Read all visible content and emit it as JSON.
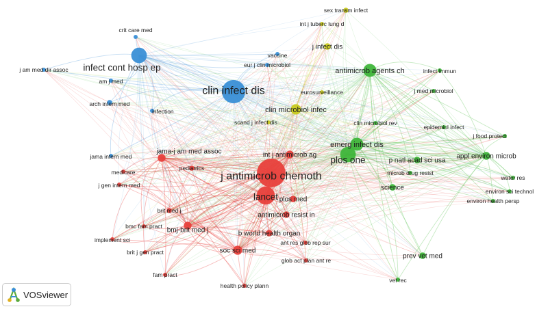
{
  "logo": {
    "text": "VOSviewer",
    "icon": "vosviewer-logo-icon"
  },
  "clusters": [
    {
      "id": "red",
      "color": "#e8403b",
      "edge_color": "#e8403b"
    },
    {
      "id": "green",
      "color": "#3fb53a",
      "edge_color": "#5cc454"
    },
    {
      "id": "blue",
      "color": "#3a8fd6",
      "edge_color": "#5a9fdc"
    },
    {
      "id": "yellow",
      "color": "#c7c91e",
      "edge_color": "#d4d640"
    }
  ],
  "nodes": [
    {
      "id": "crit-care-med",
      "label": "crit care med",
      "cluster": "blue",
      "size": 3
    },
    {
      "id": "j-am-med-dir-assoc",
      "label": "j am med dir assoc",
      "cluster": "blue",
      "size": 3
    },
    {
      "id": "infect-cont-hosp-ep",
      "label": "infect cont hosp ep",
      "cluster": "blue",
      "size": 12
    },
    {
      "id": "am-j-med",
      "label": "am j med",
      "cluster": "blue",
      "size": 3
    },
    {
      "id": "arch-intern-med",
      "label": "arch intern med",
      "cluster": "blue",
      "size": 4
    },
    {
      "id": "infection",
      "label": "infection",
      "cluster": "blue",
      "size": 3
    },
    {
      "id": "clin-infect-dis",
      "label": "clin infect dis",
      "cluster": "blue",
      "size": 18
    },
    {
      "id": "eur-j-clin-microbiol",
      "label": "eur j clin microbiol",
      "cluster": "blue",
      "size": 3
    },
    {
      "id": "vaccine",
      "label": "vaccine",
      "cluster": "blue",
      "size": 3
    },
    {
      "id": "jama-intern-med",
      "label": "jama intern med",
      "cluster": "blue",
      "size": 3
    },
    {
      "id": "sex-transm-infect",
      "label": "sex transm infect",
      "cluster": "yellow",
      "size": 4
    },
    {
      "id": "int-j-tuberc-lung-d",
      "label": "int j tuberc lung d",
      "cluster": "yellow",
      "size": 3
    },
    {
      "id": "j-infect-dis",
      "label": "j infect dis",
      "cluster": "yellow",
      "size": 5
    },
    {
      "id": "eurosurveillance",
      "label": "eurosurveillance",
      "cluster": "yellow",
      "size": 3
    },
    {
      "id": "clin-microbiol-infec",
      "label": "clin microbiol infec",
      "cluster": "yellow",
      "size": 8
    },
    {
      "id": "scand-j-infect-dis",
      "label": "scand j infect dis",
      "cluster": "yellow",
      "size": 3
    },
    {
      "id": "antimicrob-agents-ch",
      "label": "antimicrob agents ch",
      "cluster": "green",
      "size": 10
    },
    {
      "id": "infect-immun",
      "label": "infect immun",
      "cluster": "green",
      "size": 3
    },
    {
      "id": "j-med-microbiol",
      "label": "j med microbiol",
      "cluster": "green",
      "size": 3
    },
    {
      "id": "clin-microbiol-rev",
      "label": "clin microbiol rev",
      "cluster": "green",
      "size": 3
    },
    {
      "id": "epidemiol-infect",
      "label": "epidemiol infect",
      "cluster": "green",
      "size": 3
    },
    {
      "id": "j-food-protect",
      "label": "j food protect",
      "cluster": "green",
      "size": 3
    },
    {
      "id": "emerg-infect-dis",
      "label": "emerg infect dis",
      "cluster": "green",
      "size": 10
    },
    {
      "id": "plos-one",
      "label": "plos one",
      "cluster": "green",
      "size": 12
    },
    {
      "id": "p-natl-acad-sci-usa",
      "label": "p natl acad sci usa",
      "cluster": "green",
      "size": 5
    },
    {
      "id": "appl-environ-microb",
      "label": "appl environ microb",
      "cluster": "green",
      "size": 6
    },
    {
      "id": "microb-drug-resist",
      "label": "microb drug resist",
      "cluster": "green",
      "size": 3
    },
    {
      "id": "water-res",
      "label": "water res",
      "cluster": "green",
      "size": 3
    },
    {
      "id": "environ-sci-technol",
      "label": "environ sci technol",
      "cluster": "green",
      "size": 3
    },
    {
      "id": "science",
      "label": "science",
      "cluster": "green",
      "size": 5
    },
    {
      "id": "environ-health-persp",
      "label": "environ health persp",
      "cluster": "green",
      "size": 3
    },
    {
      "id": "prev-vet-med",
      "label": "prev vet med",
      "cluster": "green",
      "size": 5
    },
    {
      "id": "vet-rec",
      "label": "vet rec",
      "cluster": "green",
      "size": 3
    },
    {
      "id": "jama-j-am-med-assoc",
      "label": "jama-j am med assoc",
      "cluster": "red",
      "size": 6
    },
    {
      "id": "int-j-antimicrob-ag",
      "label": "int j antimicrob ag",
      "cluster": "red",
      "size": 6
    },
    {
      "id": "pediatrics",
      "label": "pediatrics",
      "cluster": "red",
      "size": 4
    },
    {
      "id": "medicare",
      "label": "medicare",
      "cluster": "red",
      "size": 3
    },
    {
      "id": "j-gen-intern-med",
      "label": "j gen intern med",
      "cluster": "red",
      "size": 3
    },
    {
      "id": "j-antimicrob-chemoth",
      "label": "j antimicrob chemoth",
      "cluster": "red",
      "size": 22
    },
    {
      "id": "lancet",
      "label": "lancet",
      "cluster": "red",
      "size": 14
    },
    {
      "id": "plos-med",
      "label": "plos med",
      "cluster": "red",
      "size": 5
    },
    {
      "id": "brit-med-j",
      "label": "brit med j",
      "cluster": "red",
      "size": 4
    },
    {
      "id": "antimicrob-resist-in",
      "label": "antimicrob resist in",
      "cluster": "red",
      "size": 5
    },
    {
      "id": "bmc-fam-pract",
      "label": "bmc fam pract",
      "cluster": "red",
      "size": 3
    },
    {
      "id": "bmj-brit-med-j",
      "label": "bmj-brit med j",
      "cluster": "red",
      "size": 6
    },
    {
      "id": "implement-sci",
      "label": "implement sci",
      "cluster": "red",
      "size": 3
    },
    {
      "id": "b-world-health-organ",
      "label": "b world health organ",
      "cluster": "red",
      "size": 5
    },
    {
      "id": "ant-res-glob-rep-sur",
      "label": "ant res glob rep sur",
      "cluster": "red",
      "size": 3
    },
    {
      "id": "soc-sci-med",
      "label": "soc sci med",
      "cluster": "red",
      "size": 7
    },
    {
      "id": "brit-j-gen-pract",
      "label": "brit j gen pract",
      "cluster": "red",
      "size": 3
    },
    {
      "id": "glob-act-plan-ant-re",
      "label": "glob act plan ant re",
      "cluster": "red",
      "size": 3
    },
    {
      "id": "fam-pract",
      "label": "fam pract",
      "cluster": "red",
      "size": 3
    },
    {
      "id": "health-policy-plann",
      "label": "health policy plann",
      "cluster": "red",
      "size": 3
    }
  ]
}
